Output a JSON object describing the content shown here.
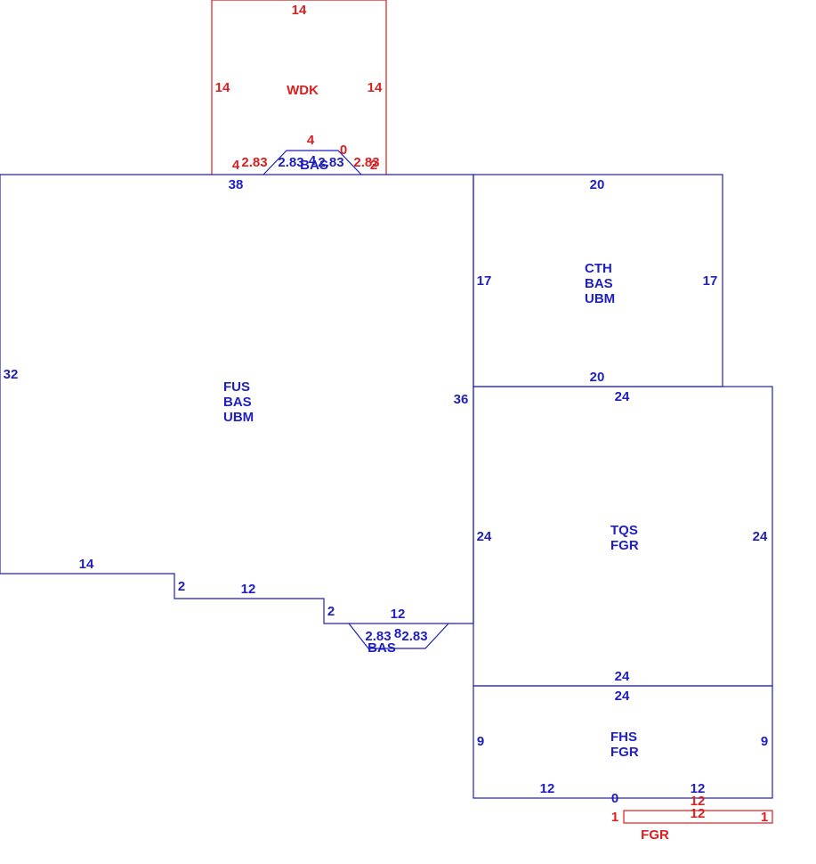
{
  "colors": {
    "structure": "#1f1fbf",
    "addition": "#d91f1f"
  },
  "areas": {
    "fus": {
      "codes": [
        "FUS",
        "BAS",
        "UBM"
      ],
      "color": "blue",
      "dims": {
        "top": "38",
        "left": "32",
        "right": "36",
        "bottom_left": "14",
        "step1_h": "2",
        "step1_w": "12",
        "step2_h": "2",
        "step2_w": "12"
      }
    },
    "cth": {
      "codes": [
        "CTH",
        "BAS",
        "UBM"
      ],
      "color": "blue",
      "dims": {
        "top": "20",
        "left": "17",
        "right": "17",
        "bottom": "20"
      }
    },
    "tqs": {
      "codes": [
        "TQS",
        "FGR"
      ],
      "color": "blue",
      "dims": {
        "top": "24",
        "left": "24",
        "right": "24",
        "bottom": "24"
      }
    },
    "fhs": {
      "codes": [
        "FHS",
        "FGR"
      ],
      "color": "blue",
      "dims": {
        "top": "24",
        "left": "9",
        "right": "9",
        "bottom_left": "12",
        "bottom_mid": "0",
        "bottom_right": "12"
      }
    },
    "wdk": {
      "codes": [
        "WDK"
      ],
      "color": "red",
      "dims": {
        "top": "14",
        "left": "14",
        "right": "14",
        "notch_top": "4",
        "notch_zero": "0",
        "notch_left_side": "4",
        "notch_left_diag": "2.83",
        "notch_right_diag": "2.83",
        "notch_right_side": "2"
      }
    },
    "bay_top": {
      "codes": [
        "BAS"
      ],
      "color": "blue",
      "dims": {
        "left_diag": "2.83",
        "top": "4",
        "right_diag": "2.83"
      }
    },
    "bay_bottom": {
      "codes": [
        "BAS"
      ],
      "color": "blue",
      "dims": {
        "left_diag": "2.83",
        "bottom": "8",
        "right_diag": "2.83"
      }
    },
    "fgr_strip": {
      "codes": [
        "FGR"
      ],
      "color": "red",
      "dims": {
        "top": "12",
        "bottom": "12",
        "left": "1",
        "right": "1"
      }
    }
  }
}
